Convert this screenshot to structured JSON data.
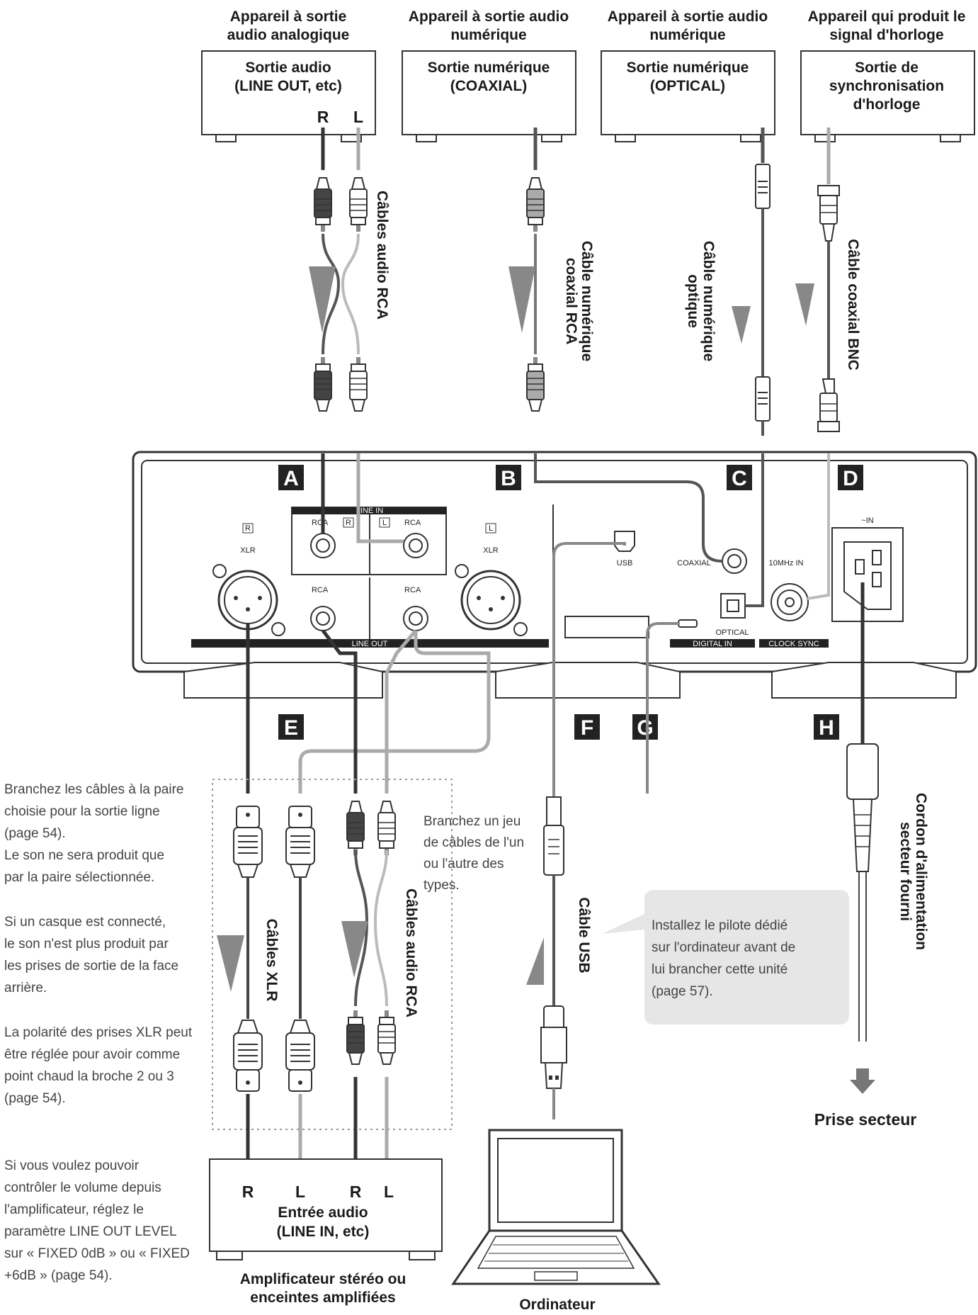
{
  "headers": {
    "h1": [
      "Appareil à sortie",
      "audio analogique"
    ],
    "h2": [
      "Appareil à sortie audio",
      "numérique"
    ],
    "h3": [
      "Appareil à sortie audio",
      "numérique"
    ],
    "h4": [
      "Appareil qui produit le",
      "signal d'horloge"
    ]
  },
  "source_boxes": {
    "b1": [
      "Sortie audio",
      "(LINE OUT, etc)"
    ],
    "b2": [
      "Sortie numérique",
      "(COAXIAL)"
    ],
    "b3": [
      "Sortie numérique",
      "(OPTICAL)"
    ],
    "b4": [
      "Sortie de",
      "synchronisation",
      "d'horloge"
    ]
  },
  "channel_r": "R",
  "channel_l": "L",
  "cables": {
    "rca_top": "Câbles audio RCA",
    "coax": [
      "Câble numérique",
      "coaxial RCA"
    ],
    "optical": [
      "Câble numérique",
      "optique"
    ],
    "bnc": "Câble coaxial BNC",
    "xlr": "Câbles XLR",
    "rca_bottom": "Câbles audio RCA",
    "usb": "Câble USB",
    "power": [
      "Cordon d'alimentation",
      "secteur fourni"
    ]
  },
  "letters": {
    "A": "A",
    "B": "B",
    "C": "C",
    "D": "D",
    "E": "E",
    "F": "F",
    "G": "G",
    "H": "H"
  },
  "panel": {
    "line_in": "LINE IN",
    "rca": "RCA",
    "xlr": "XLR",
    "r_box": "R",
    "l_box": "L",
    "line_out": "LINE OUT",
    "usb": "USB",
    "coaxial": "COAXIAL",
    "ten_mhz": "10MHz IN",
    "optical": "OPTICAL",
    "digital_in": "DIGITAL IN",
    "clock_sync": "CLOCK SYNC",
    "ac_in": "~IN"
  },
  "notes": {
    "left1": [
      "Branchez les câbles à la paire",
      "choisie pour la sortie ligne",
      "(page 54).",
      "Le son ne sera produit que",
      "par la paire sélectionnée."
    ],
    "left2": [
      "Si un casque est connecté,",
      "le son n'est plus produit par",
      "les prises de sortie de la face",
      "arrière."
    ],
    "left3": [
      "La polarité des prises XLR peut",
      "être réglée pour avoir comme",
      "point chaud la broche 2 ou 3",
      "(page 54)."
    ],
    "left4": [
      "Si vous voulez pouvoir",
      "contrôler le volume depuis",
      "l'amplificateur, réglez le",
      "paramètre LINE OUT LEVEL",
      "sur « FIXED 0dB » ou « FIXED",
      "+6dB » (page 54)."
    ],
    "mid": [
      "Branchez un jeu",
      "de câbles de l'un",
      "ou l'autre des",
      "types."
    ],
    "callout": [
      "Installez le pilote dédié",
      "sur l'ordinateur avant de",
      "lui brancher cette unité",
      "(page 57)."
    ]
  },
  "amp_box": [
    "Entrée audio",
    "(LINE IN, etc)"
  ],
  "amp_label": [
    "Amplificateur stéréo ou",
    "enceintes amplifiées"
  ],
  "computer_label": "Ordinateur",
  "outlet_label": "Prise secteur"
}
